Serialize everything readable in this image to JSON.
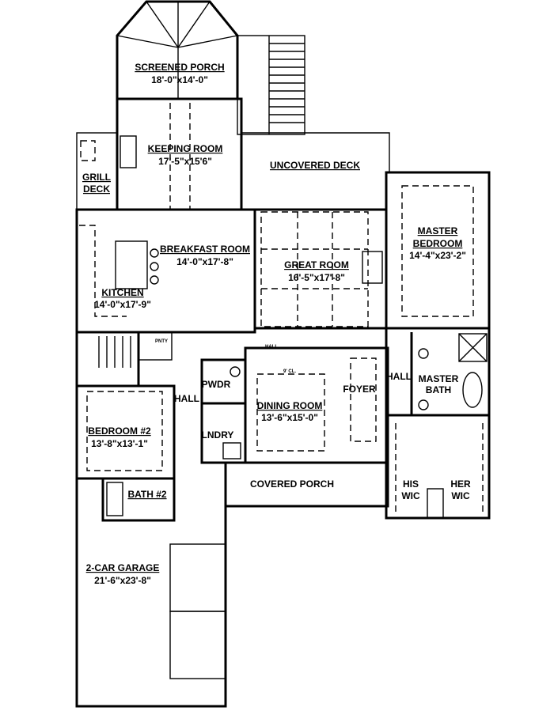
{
  "rooms": {
    "screened_porch": {
      "name": "SCREENED PORCH",
      "size": "18'-0\"x14'-0\""
    },
    "keeping_room": {
      "name": "KEEPING ROOM",
      "size": "17'-5\"x15'6\""
    },
    "uncovered_deck": {
      "name": "UNCOVERED DECK"
    },
    "grill_deck": {
      "line1": "GRILL",
      "line2": "DECK"
    },
    "master_bedroom": {
      "line1": "MASTER",
      "line2": "BEDROOM",
      "size": "14'-4\"x23'-2\""
    },
    "breakfast_room": {
      "name": "BREAKFAST ROOM",
      "size": "14'-0\"x17'-8\""
    },
    "great_room": {
      "name": "GREAT ROOM",
      "size": "16'-5\"x17'-8\""
    },
    "kitchen": {
      "name": "KITCHEN",
      "size": "14'-0\"x17'-9\""
    },
    "pwdr": {
      "name": "PWDR"
    },
    "hall_left": {
      "name": "HALL"
    },
    "bedroom2": {
      "name": "BEDROOM #2",
      "size": "13'-8\"x13'-1\""
    },
    "lndry": {
      "name": "LNDRY"
    },
    "dining_room": {
      "name": "DINING ROOM",
      "size": "13'-6\"x15'-0\""
    },
    "foyer": {
      "name": "FOYER"
    },
    "hall_right": {
      "name": "HALL"
    },
    "master_bath": {
      "line1": "MASTER",
      "line2": "BATH"
    },
    "covered_porch": {
      "name": "COVERED PORCH"
    },
    "his_wic": {
      "line1": "HIS",
      "line2": "WIC"
    },
    "her_wic": {
      "line1": "HER",
      "line2": "WIC"
    },
    "bath2": {
      "name": "BATH #2"
    },
    "garage": {
      "name": "2-CAR GARAGE",
      "size": "21'-6\"x23'-8\""
    }
  },
  "notes": {
    "pantry": "PNTY",
    "hall_small": "HALL",
    "ceiling": "9' CL."
  }
}
